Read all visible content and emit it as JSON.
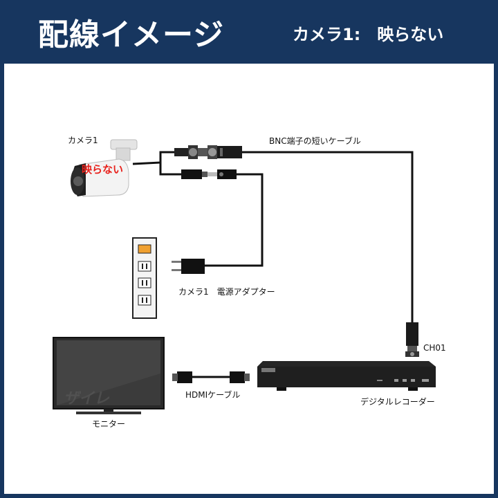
{
  "header": {
    "title": "配線イメージ",
    "subtitle": "カメラ1:　映らない"
  },
  "camera": {
    "label": "カメラ1",
    "status": "映らない"
  },
  "cable_label": "BNC端子の短いケーブル",
  "adapter_label": "カメラ1　電源アダプター",
  "channel_label": "CH01",
  "hdmi_label": "HDMIケーブル",
  "recorder_label": "デジタルレコーダー",
  "monitor_label": "モニター",
  "monitor_watermark": "ザイレ",
  "colors": {
    "header_bg": "#17365f",
    "status_red": "#e8211b",
    "outlet_orange": "#f0a030"
  }
}
